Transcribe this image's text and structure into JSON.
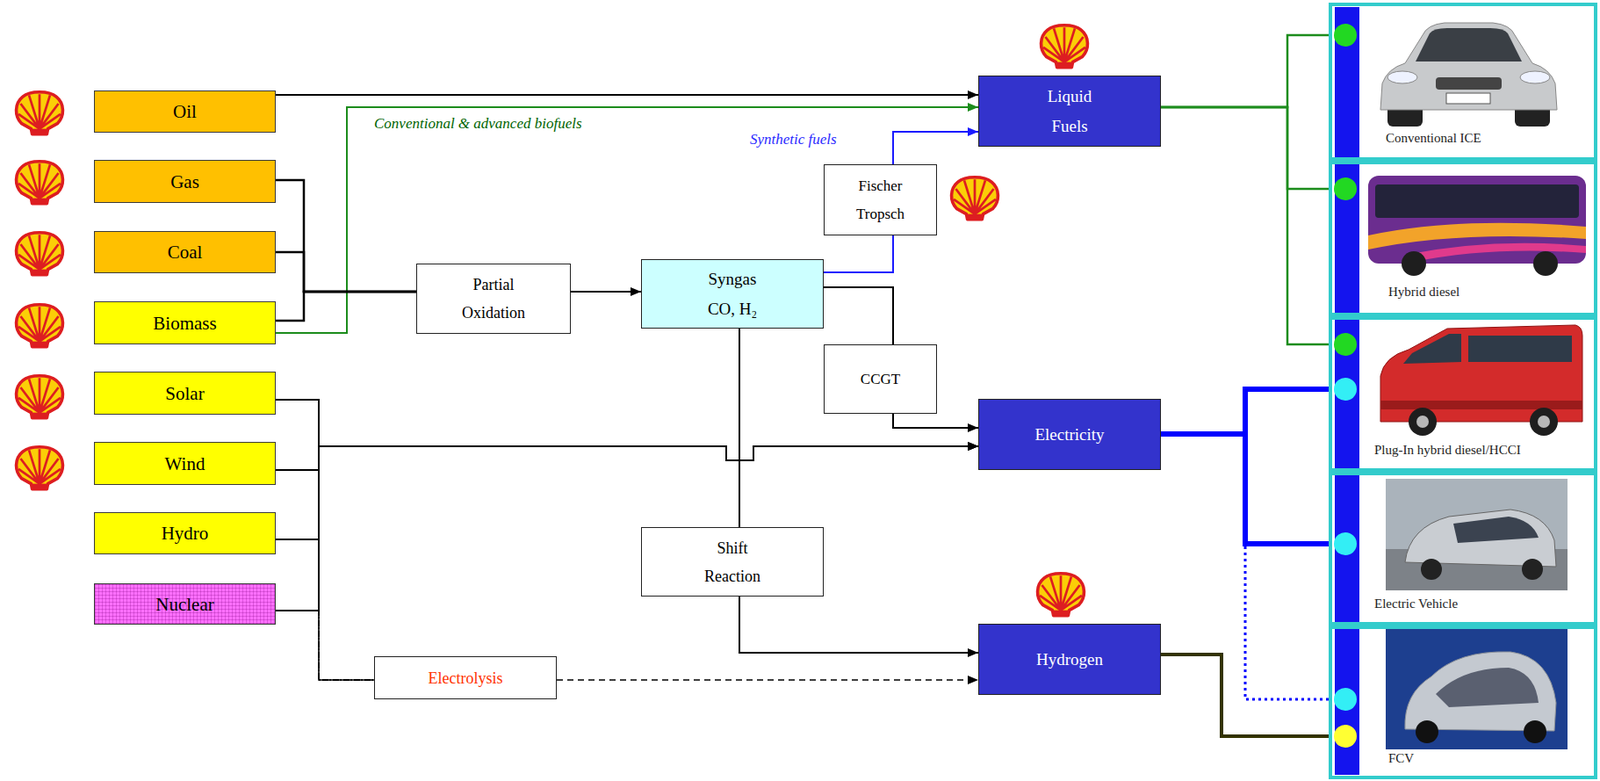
{
  "diagram": {
    "nodes": [
      {
        "text": [
          "Oil"
        ]
      },
      {
        "text": [
          "Gas"
        ]
      },
      {
        "text": [
          "Coal"
        ]
      },
      {
        "text": [
          "Biomass"
        ]
      },
      {
        "text": [
          "Solar"
        ]
      },
      {
        "text": [
          "Wind"
        ]
      },
      {
        "text": [
          "Hydro"
        ]
      },
      {
        "text": [
          "Nuclear"
        ]
      },
      {
        "text": [
          "Partial Oxidation"
        ]
      },
      {
        "text": [
          "Syngas CO, H₂"
        ]
      },
      {
        "text": [
          "Fischer Tropsch"
        ]
      },
      {
        "text": [
          "CCGT"
        ]
      },
      {
        "text": [
          "Shift Reaction"
        ]
      },
      {
        "text": [
          "Electrolysis"
        ]
      },
      {
        "text": [
          "Liquid Fuels"
        ]
      },
      {
        "text": [
          "Electricity"
        ]
      },
      {
        "text": [
          "Hydrogen"
        ]
      },
      {
        "text": [
          "Conventional ICE"
        ]
      },
      {
        "text": [
          "Hybrid diesel"
        ]
      },
      {
        "text": [
          "Plug-In hybrid diesel/HCCI"
        ]
      },
      {
        "text": [
          "Electric Vehicle"
        ]
      },
      {
        "text": [
          "FCV"
        ]
      }
    ],
    "edges": [
      {
        "from": 0,
        "to": 14,
        "arrow": "to"
      },
      {
        "from": 3,
        "to": 14,
        "arrow": "to",
        "label": "Conventional & advanced biofuels"
      },
      {
        "from": 1,
        "to": 8,
        "arrow": "none"
      },
      {
        "from": 2,
        "to": 8,
        "arrow": "none"
      },
      {
        "from": 3,
        "to": 8,
        "arrow": "none"
      },
      {
        "from": 8,
        "to": 9,
        "arrow": "to"
      },
      {
        "from": 9,
        "to": 10,
        "arrow": "none"
      },
      {
        "from": 10,
        "to": 14,
        "arrow": "to",
        "label": "Synthetic fuels"
      },
      {
        "from": 9,
        "to": 11,
        "arrow": "none"
      },
      {
        "from": 11,
        "to": 15,
        "arrow": "to"
      },
      {
        "from": 9,
        "to": 12,
        "arrow": "none"
      },
      {
        "from": 12,
        "to": 16,
        "arrow": "to"
      },
      {
        "from": 4,
        "to": 15,
        "arrow": "to"
      },
      {
        "from": 5,
        "to": 15,
        "arrow": "to"
      },
      {
        "from": 6,
        "to": 15,
        "arrow": "to"
      },
      {
        "from": 7,
        "to": 15,
        "arrow": "to"
      },
      {
        "from": 4,
        "to": 13,
        "arrow": "none"
      },
      {
        "from": 5,
        "to": 13,
        "arrow": "none"
      },
      {
        "from": 6,
        "to": 13,
        "arrow": "none"
      },
      {
        "from": 7,
        "to": 13,
        "arrow": "none"
      },
      {
        "from": 13,
        "to": 16,
        "arrow": "to"
      },
      {
        "from": 14,
        "to": 17,
        "arrow": "none"
      },
      {
        "from": 14,
        "to": 18,
        "arrow": "none"
      },
      {
        "from": 14,
        "to": 19,
        "arrow": "none"
      },
      {
        "from": 15,
        "to": 19,
        "arrow": "none"
      },
      {
        "from": 15,
        "to": 20,
        "arrow": "none"
      },
      {
        "from": 15,
        "to": 21,
        "arrow": "none"
      },
      {
        "from": 16,
        "to": 21,
        "arrow": "none"
      }
    ]
  }
}
